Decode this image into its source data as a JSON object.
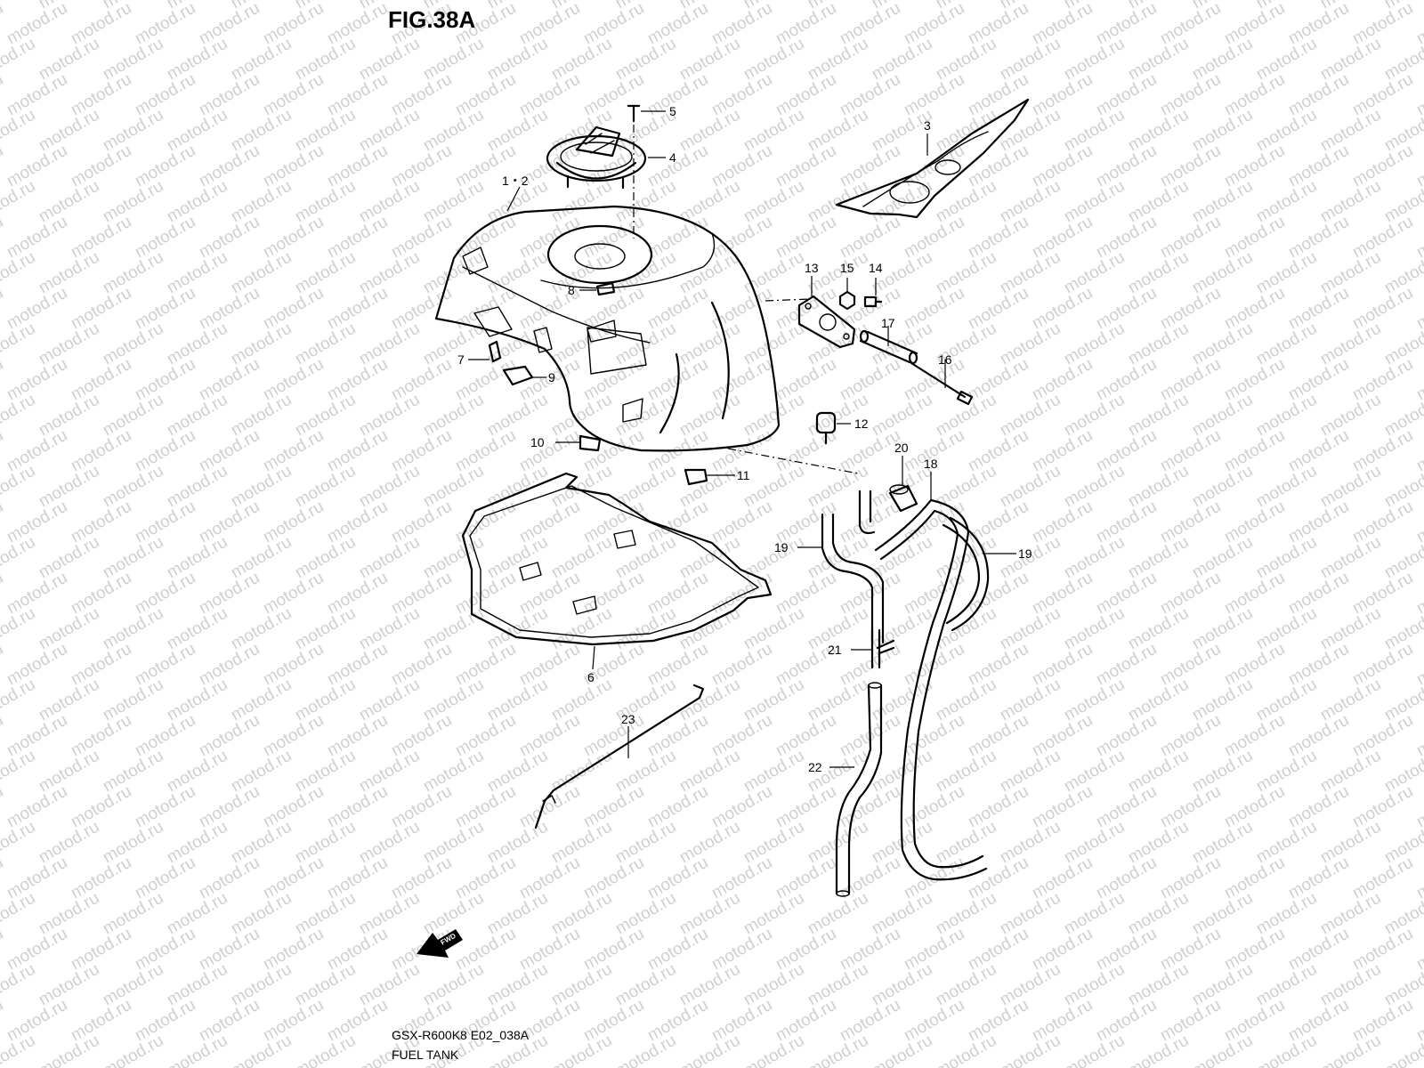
{
  "figure": {
    "title": "FIG.38A",
    "model_code": "GSX-R600K8 E02_038A",
    "section_name": "FUEL TANK",
    "watermark_text": "motod.ru",
    "direction_marker": "FWD"
  },
  "callouts": [
    {
      "id": "c1_2",
      "label": "1・2"
    },
    {
      "id": "c3",
      "label": "3"
    },
    {
      "id": "c4",
      "label": "4"
    },
    {
      "id": "c5",
      "label": "5"
    },
    {
      "id": "c6",
      "label": "6"
    },
    {
      "id": "c7",
      "label": "7"
    },
    {
      "id": "c8",
      "label": "8"
    },
    {
      "id": "c9",
      "label": "9"
    },
    {
      "id": "c10",
      "label": "10"
    },
    {
      "id": "c11",
      "label": "11"
    },
    {
      "id": "c12",
      "label": "12"
    },
    {
      "id": "c13",
      "label": "13"
    },
    {
      "id": "c14",
      "label": "14"
    },
    {
      "id": "c15",
      "label": "15"
    },
    {
      "id": "c16",
      "label": "16"
    },
    {
      "id": "c17",
      "label": "17"
    },
    {
      "id": "c18",
      "label": "18"
    },
    {
      "id": "c19a",
      "label": "19"
    },
    {
      "id": "c19b",
      "label": "19"
    },
    {
      "id": "c20",
      "label": "20"
    },
    {
      "id": "c21",
      "label": "21"
    },
    {
      "id": "c22",
      "label": "22"
    },
    {
      "id": "c23",
      "label": "23"
    }
  ],
  "colors": {
    "line": "#000000",
    "watermark": "#cfcfcf",
    "background": "#ffffff"
  }
}
